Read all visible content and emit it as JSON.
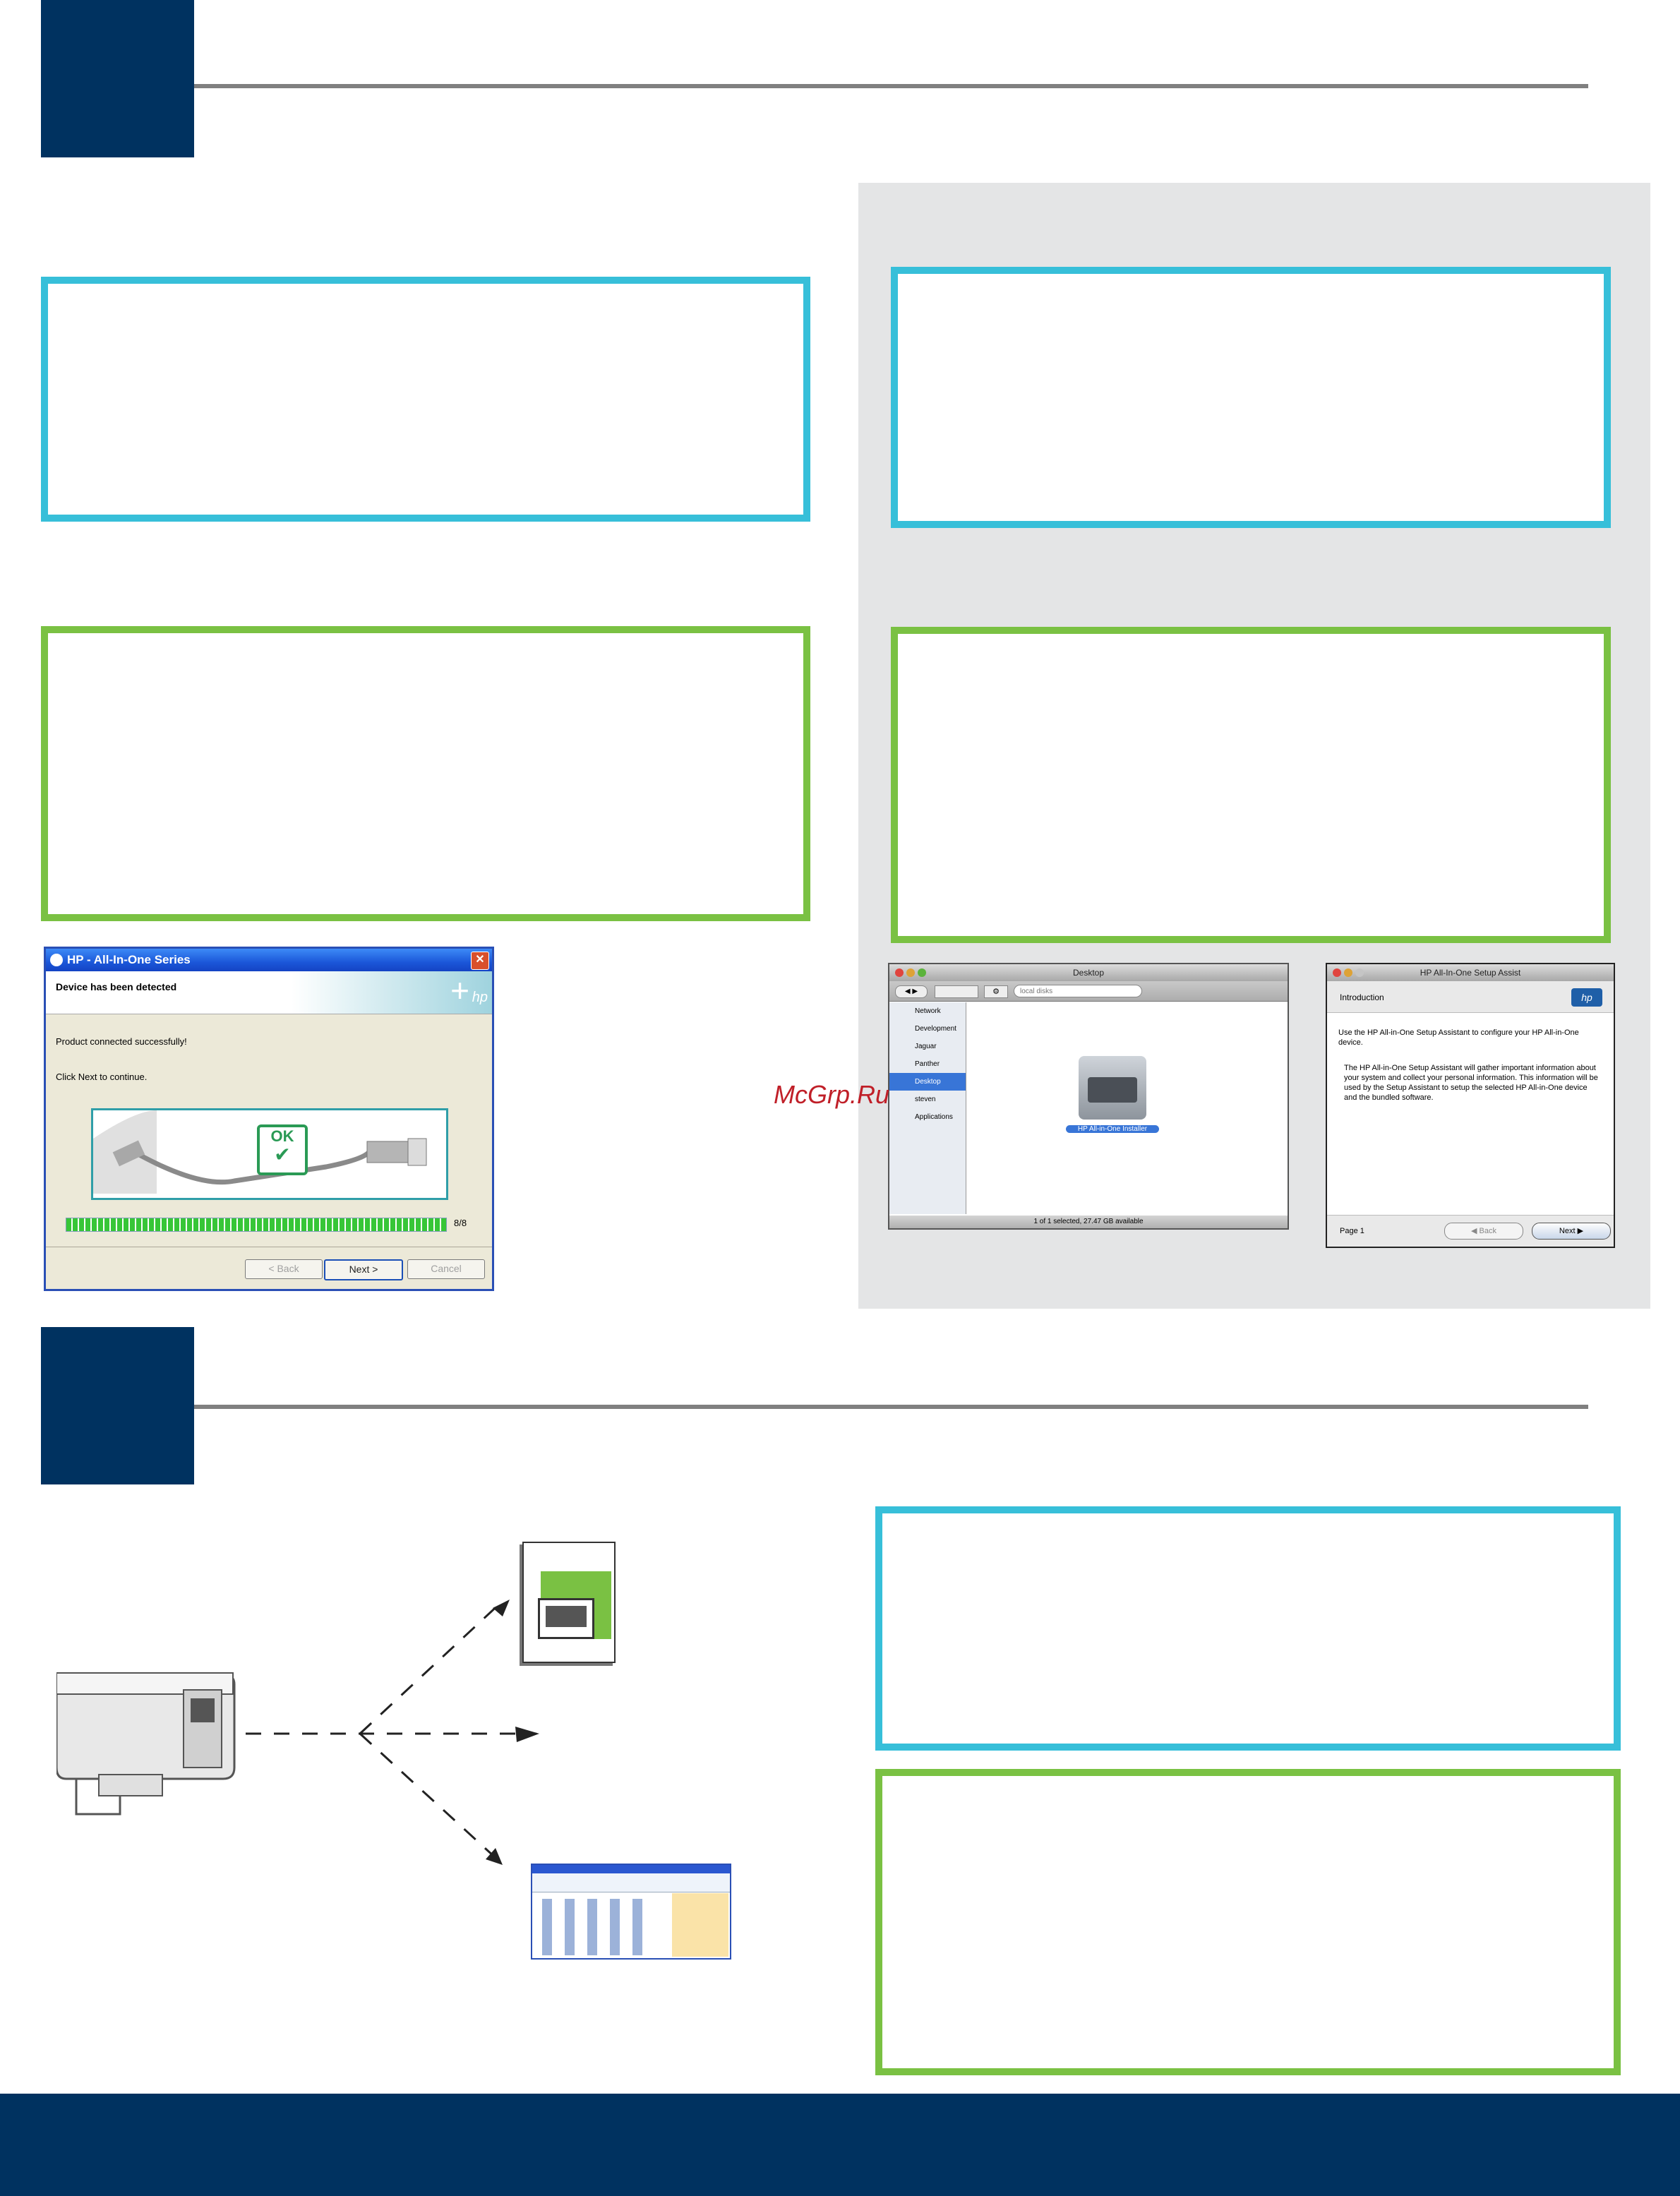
{
  "windows_dialog": {
    "title": "HP - All-In-One Series",
    "heading": "Device has been detected",
    "message1": "Product connected successfully!",
    "message2": "Click Next to continue.",
    "badge": "OK",
    "progress_text": "8/8",
    "progress": 1.0,
    "back_label": "< Back",
    "next_label": "Next >",
    "cancel_label": "Cancel",
    "logo": "hp"
  },
  "mac_finder": {
    "title": "Desktop",
    "search_placeholder": "local disks",
    "sidebar": [
      "Network",
      "Development",
      "Jaguar",
      "Panther",
      "Desktop",
      "steven",
      "Applications"
    ],
    "file_label": "HP All-in-One Installer",
    "status": "1 of 1 selected, 27.47 GB available"
  },
  "mac_setup": {
    "title": "HP All-In-One Setup Assist",
    "section": "Introduction",
    "para1": "Use the HP All-in-One Setup Assistant to configure your HP All-in-One device.",
    "para2": "The HP All-in-One Setup Assistant will gather important information about your system and collect your personal information. This information will be used by the Setup Assistant to setup the selected HP All-in-One device and the bundled software.",
    "page_label": "Page 1",
    "back_label": "Back",
    "next_label": "Next"
  },
  "watermark": "McGrp.Ru",
  "colors": {
    "navy": "#003260",
    "cyan": "#37bfd9",
    "green": "#7ac143",
    "gray": "#e4e5e6"
  }
}
